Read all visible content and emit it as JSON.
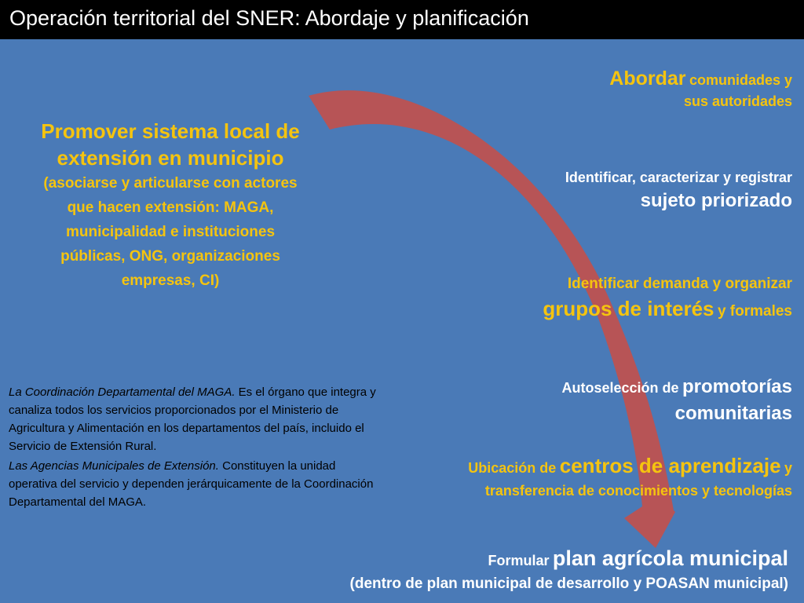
{
  "title": "Operación territorial del SNER: Abordaje y planificación",
  "colors": {
    "background": "#4a7ab7",
    "title_bar": "#000000",
    "accent_yellow": "#f5c40f",
    "arrow": "#c0504d"
  },
  "promover": {
    "line1": "Promover sistema local de",
    "line2": "extensión en municipio",
    "detail1": "(asociarse y articularse con actores",
    "detail2": "que hacen extensión:  MAGA,",
    "detail3": "municipalidad e instituciones",
    "detail4": "públicas, ONG, organizaciones",
    "detail5": "empresas, CI)"
  },
  "steps": {
    "abordar": {
      "lead": "Abordar",
      "rest": "comunidades y",
      "line2": "sus autoridades"
    },
    "identificar": {
      "line1": "Identificar, caracterizar y registrar",
      "line2": "sujeto priorizado"
    },
    "demanda": {
      "line1": "Identificar demanda y organizar",
      "big": "grupos de interés",
      "rest": "y formales"
    },
    "autoseleccion": {
      "lead": "Autoselección de",
      "big": "promotorías",
      "line2": "comunitarias"
    },
    "ubicacion": {
      "lead": "Ubicación de",
      "big": "centros de aprendizaje",
      "rest": "y",
      "line2": "transferencia de conocimientos y tecnologías"
    },
    "formular": {
      "lead": "Formular",
      "big": "plan agrícola municipal",
      "line2": "(dentro de plan municipal de desarrollo  y POASAN municipal)"
    }
  },
  "definitions": {
    "coord_term": "La Coordinación Departamental del MAGA.",
    "coord_text": " Es el órgano que integra y canaliza  todos los servicios proporcionados por el Ministerio de Agricultura y Alimentación en los departamentos del país, incluido el Servicio de Extensión Rural.",
    "agencias_term": "Las Agencias Municipales de Extensión.",
    "agencias_text": " Constituyen la unidad operativa del servicio y dependen jerárquicamente de la Coordinación Departamental del MAGA."
  }
}
